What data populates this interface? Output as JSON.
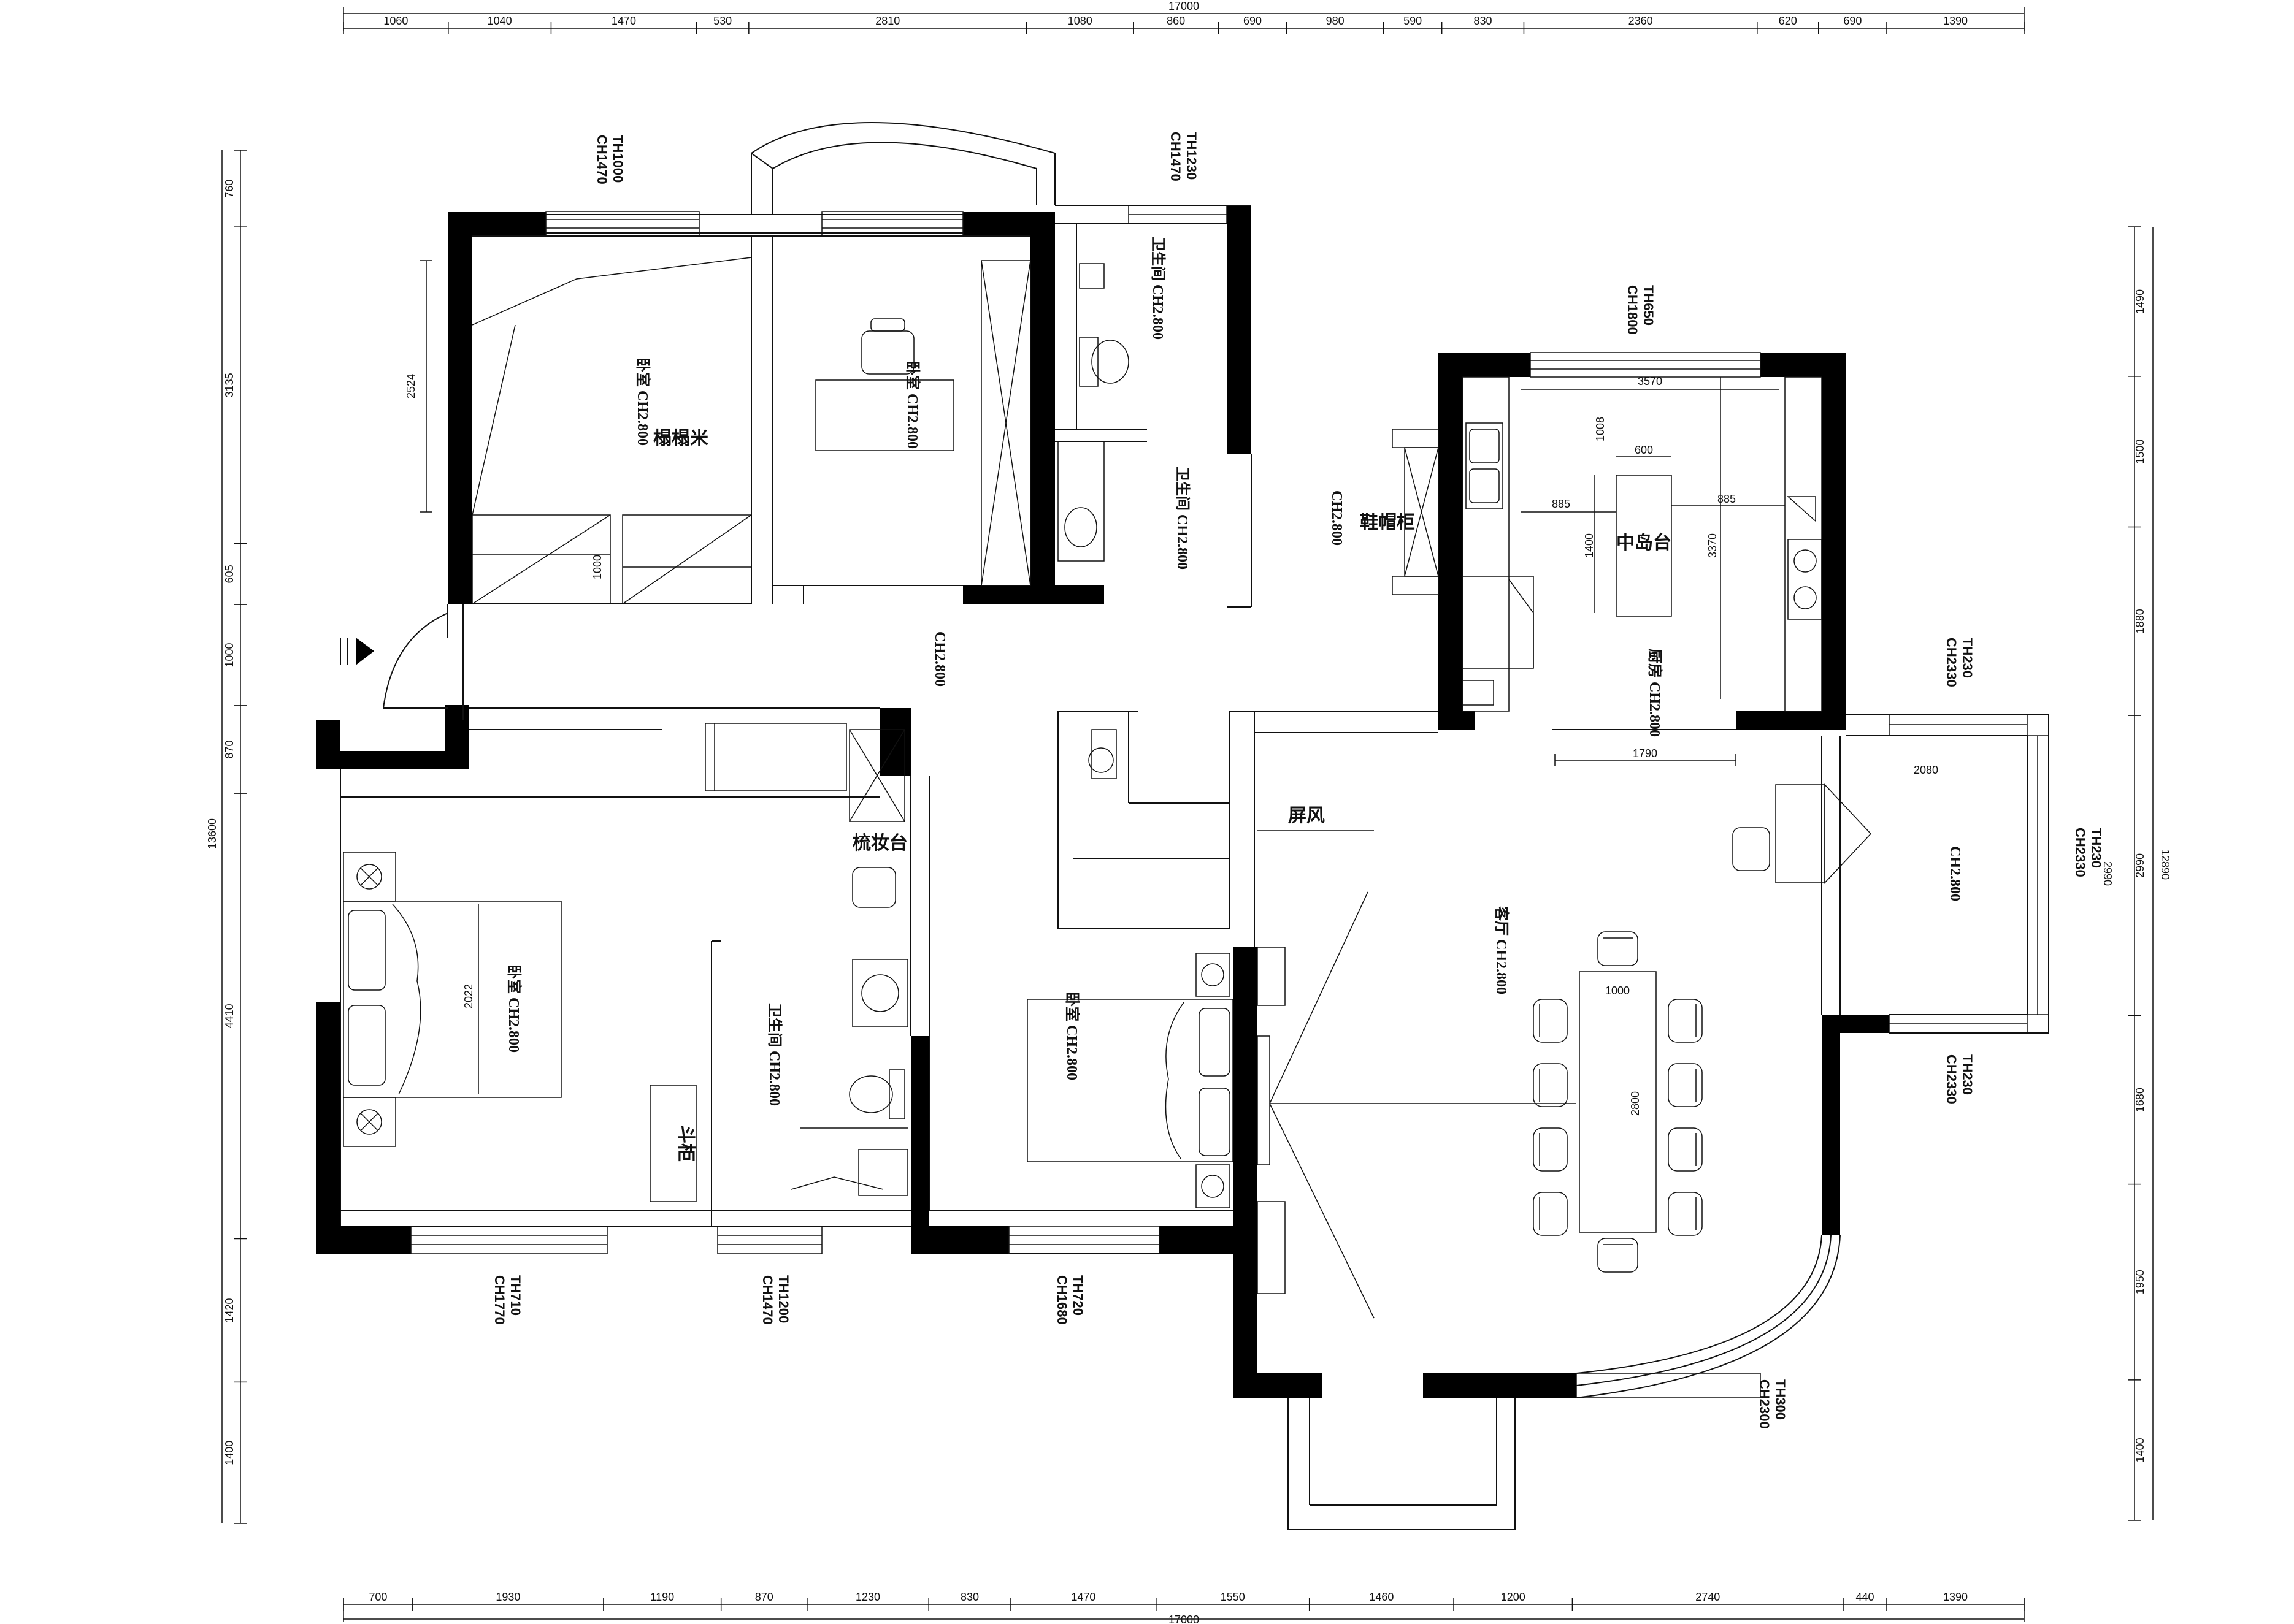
{
  "dimensions": {
    "top_total": "17000",
    "bottom_total": "17000",
    "left_total": "13600",
    "right_total": "12890",
    "top": [
      "1060",
      "1040",
      "1470",
      "530",
      "2810",
      "1080",
      "860",
      "690",
      "980",
      "590",
      "830",
      "2360",
      "620",
      "690",
      "1390"
    ],
    "bottom": [
      "700",
      "1930",
      "1190",
      "870",
      "1230",
      "830",
      "1470",
      "1550",
      "1460",
      "1200",
      "2740",
      "440",
      "1390"
    ],
    "left": [
      "760",
      "3135",
      "605",
      "1000",
      "870",
      "4410",
      "1420",
      "1400"
    ],
    "right": [
      "1490",
      "1500",
      "1880",
      "2990",
      "1680",
      "1950",
      "1400"
    ]
  },
  "rooms": {
    "tatami": "榻榻米",
    "bedroom_ch": "卧室 CH2.800",
    "bath_ch": "卫生间 CH2.800",
    "kitchen_ch": "厨房 CH2.800",
    "living_ch": "客厅 CH2.800",
    "island": "中岛台",
    "shoe_cabinet": "鞋帽柜",
    "screen": "屏风",
    "vanity": "梳妆台",
    "wardrobe": "斗柜",
    "ch_only": "CH2.800"
  },
  "elevation_tags": {
    "window_top_left": [
      "TH1000",
      "CH1470"
    ],
    "window_top_mid": [
      "TH1230",
      "CH1470"
    ],
    "kitchen_window": [
      "TH650",
      "CH1800"
    ],
    "balcony_top": [
      "TH230",
      "CH2330"
    ],
    "balcony_side": [
      "TH230",
      "CH2330"
    ],
    "balcony_bottom": [
      "TH230",
      "CH2330"
    ],
    "bay_window": [
      "TH300",
      "CH2300"
    ],
    "bottom_left": [
      "TH710",
      "CH1770"
    ],
    "bottom_mid": [
      "TH1200",
      "CH1470"
    ],
    "bottom_right": [
      "TH720",
      "CH1680"
    ]
  },
  "inner_dims": {
    "tatami_height": "2524",
    "drawer": "1000",
    "bed_left": "2022",
    "kitchen_width": "3570",
    "island_gap": "1008",
    "island_w": "600",
    "island_left": "885",
    "island_right": "885",
    "island_len": "1400",
    "kitchen_depth": "3370",
    "kitchen_open": "1790",
    "balcony_w": "2080",
    "table_w": "1000",
    "table_len": "2800",
    "balcony_total": "2990"
  },
  "colors": {
    "wall": "#000000",
    "line": "#111111",
    "background": "#ffffff"
  }
}
